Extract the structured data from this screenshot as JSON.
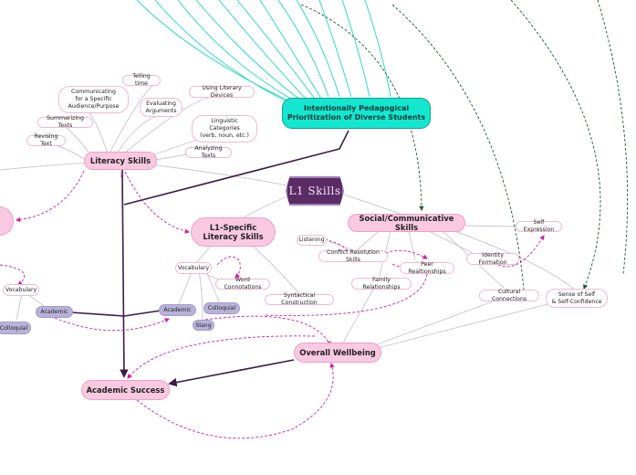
{
  "central": {
    "label": "L1 Skills"
  },
  "nodes": {
    "teal_main": "Intentionally Pedagogical\nPrioritization of Diverse Students",
    "literacy_skills": "Literacy Skills",
    "l1_specific": "L1-Specific\nLiteracy Skills",
    "social_skills": "Social/Communicative Skills",
    "overall_wellbeing": "Overall Wellbeing",
    "academic_success": "Academic  Success",
    "telling_time": "Telling time",
    "communicating": "Communicating\nfor a Specific\nAudience/Purpose",
    "evaluating": "Evaluating\nArguments",
    "literary_devices": "Using Literary Devices",
    "summarizing": "Summarizing Texts",
    "revising": "Revising Text",
    "linguistic": "Linguistic\nCategories\n(verb, noun, etc.)",
    "analyzing": "Analyzing Texts",
    "vocab_mid": "Vocabulary",
    "word_conn": "Word Connotations",
    "syntactical": "Syntactical Construction",
    "colloquial_mid": "Colloquial",
    "slang": "Slang",
    "academic_mid": "Academic",
    "vocab_left": "Vocabulary",
    "academic_left": "Academic",
    "colloquial_left": "Colloquial",
    "listening": "Listening",
    "conflict": "Conflict Resolution Skills",
    "peer": "Peer Realtionships",
    "family": "Family Relationships",
    "identity": "Identity Formation",
    "self_expression": "Self Expression",
    "cultural": "Cultural Connections",
    "sense_of_self": "Sense of Self\n& Self-Confidence"
  },
  "colors": {
    "pink_fill": "#f9c9e1",
    "pink_border": "#ee9ec7",
    "lavender": "#b9b2d8",
    "teal": "#14e7cf",
    "central_fill": "#5a2c66",
    "dark_connector": "#3d1a4a",
    "magenta_dashed": "#d21ea6",
    "green_dashed": "#1f5a34"
  }
}
